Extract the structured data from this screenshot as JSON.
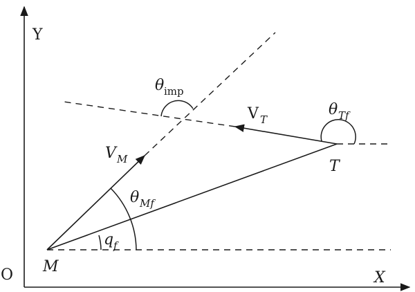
{
  "axes": {
    "y_label": "Y",
    "x_label": "X",
    "origin_label": "O"
  },
  "points": {
    "missile": "M",
    "target": "T"
  },
  "labels": {
    "missile_velocity": {
      "main": "V",
      "sub": "M"
    },
    "target_velocity": {
      "main": "V",
      "sub": "T"
    },
    "impact_angle": {
      "main": "θ",
      "sub": "imp"
    },
    "target_heading_angle": {
      "main": "θ",
      "sub": "Tf"
    },
    "missile_heading_angle": {
      "main": "θ",
      "sub": "Mf"
    },
    "los_angle": {
      "main": "q",
      "sub": "f"
    }
  },
  "colors": {
    "ink": "#1a1a1a",
    "background": "#ffffff"
  }
}
